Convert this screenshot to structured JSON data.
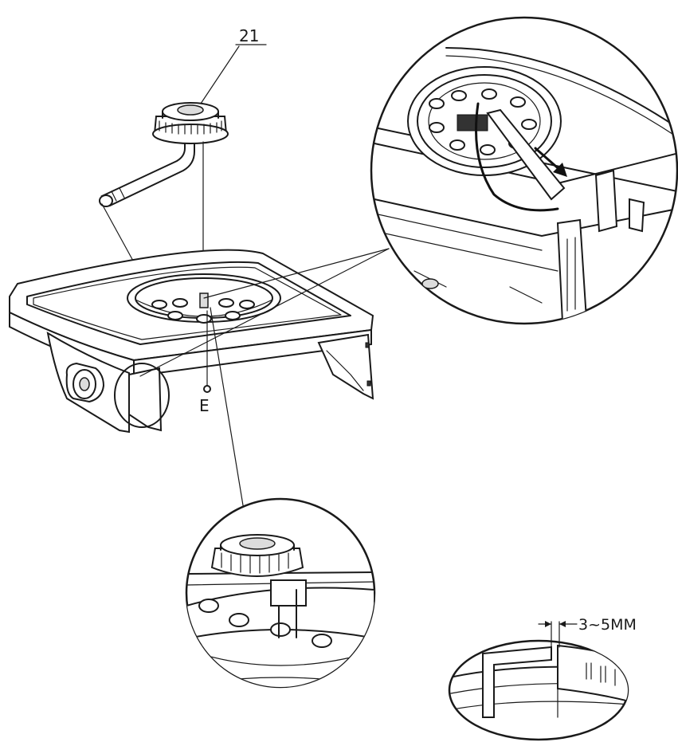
{
  "labels": {
    "part_number": "21",
    "electrode_label": "E",
    "gap_dimension": "3~5MM"
  }
}
